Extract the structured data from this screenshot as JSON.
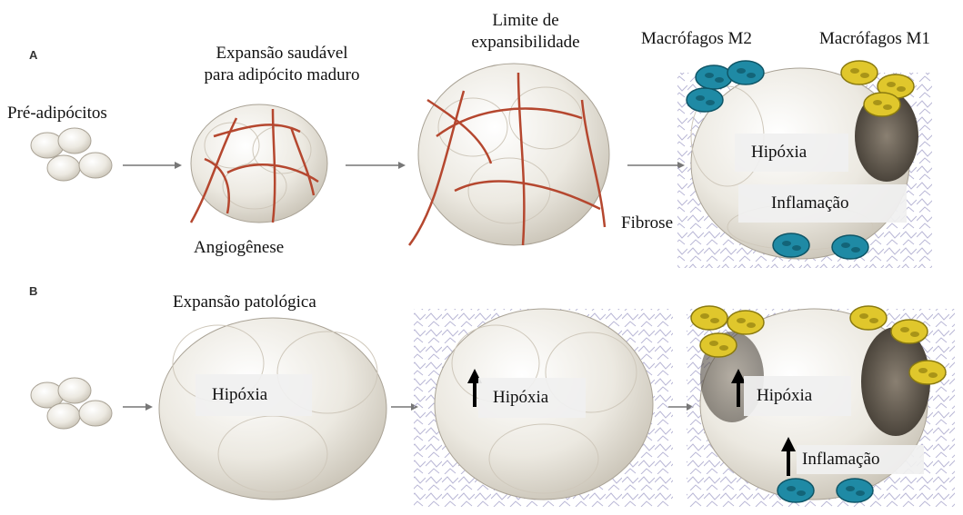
{
  "panels": {
    "a": "A",
    "b": "B"
  },
  "row_a": {
    "pre_adipocytes": "Pré-adipócitos",
    "healthy_expansion_line1": "Expansão saudável",
    "healthy_expansion_line2": "para adipócito maduro",
    "angiogenesis": "Angiogênese",
    "limit_line1": "Limite de",
    "limit_line2": "expansibilidade",
    "macrophages_m2": "Macrófagos M2",
    "macrophages_m1": "Macrófagos M1",
    "hypoxia": "Hipóxia",
    "inflammation": "Inflamação",
    "fibrosis": "Fibrose"
  },
  "row_b": {
    "pathological_expansion": "Expansão patológica",
    "hypoxia_1": "Hipóxia",
    "hypoxia_2": "Hipóxia",
    "hypoxia_3": "Hipóxia",
    "inflammation": "Inflamação"
  },
  "colors": {
    "vessel": "#b5472f",
    "m2_macrophage": "#1f8aa5",
    "m1_macrophage": "#d9c22a",
    "cell": "#ebe8e0",
    "fibrosis": "#b9b7d6"
  }
}
